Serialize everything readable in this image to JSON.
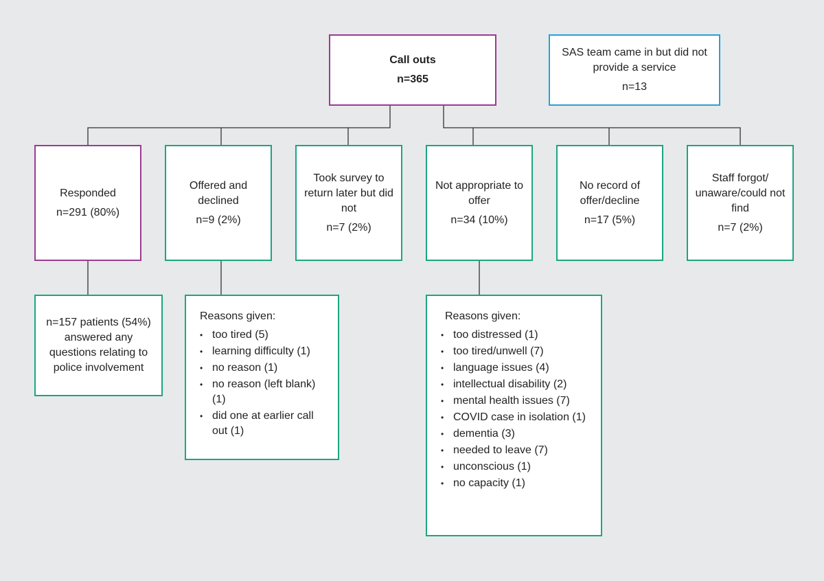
{
  "root": {
    "title": "Call outs",
    "count": "n=365"
  },
  "side_note": {
    "text": "SAS team came in but did not provide a service",
    "count": "n=13"
  },
  "outcomes": [
    {
      "label": "Responded",
      "count": "n=291 (80%)"
    },
    {
      "label": "Offered and declined",
      "count": "n=9 (2%)"
    },
    {
      "label": "Took survey to return later but did not",
      "count": "n=7 (2%)"
    },
    {
      "label": "Not appropriate to offer",
      "count": "n=34 (10%)"
    },
    {
      "label": "No record of offer/decline",
      "count": "n=17 (5%)"
    },
    {
      "label": "Staff forgot/ unaware/could not find",
      "count": "n=7 (2%)"
    }
  ],
  "responded_detail": {
    "text": "n=157 patients (54%) answered any questions relating to police involvement"
  },
  "declined_reasons": {
    "heading": "Reasons given:",
    "items": [
      "too tired (5)",
      "learning difficulty (1)",
      "no reason (1)",
      "no reason (left blank) (1)",
      "did one at earlier call out (1)"
    ]
  },
  "not_appropriate_reasons": {
    "heading": "Reasons given:",
    "items": [
      "too distressed (1)",
      "too tired/unwell (7)",
      "language issues (4)",
      "intellectual disability (2)",
      "mental health issues (7)",
      "COVID case in isolation (1)",
      "dementia (3)",
      "needed to leave (7)",
      "unconscious (1)",
      "no capacity (1)"
    ]
  },
  "colors": {
    "green": "#1aa583",
    "purple": "#9b3a92",
    "blue": "#2a9fd6",
    "background": "#e8e9ea"
  }
}
